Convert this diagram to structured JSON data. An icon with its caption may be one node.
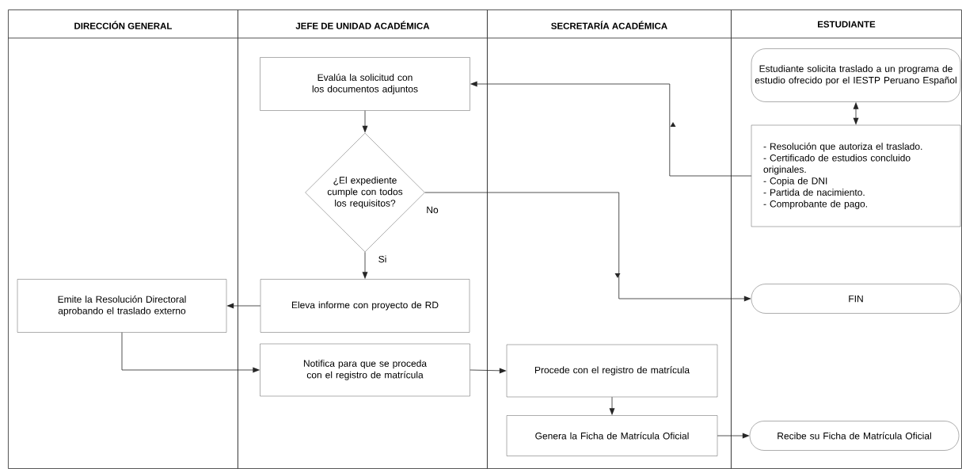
{
  "diagram": {
    "nodes": [
      {
        "text": [
          "DIRECCIÓN GENERAL"
        ]
      },
      {
        "text": [
          "JEFE DE UNIDAD  ACADÉMICA"
        ]
      },
      {
        "text": [
          "SECRETARÍA ACADÉMICA"
        ]
      },
      {
        "text": [
          "ESTUDIANTE"
        ]
      },
      {
        "text": [
          "Evalúa la solicitud con los documentos adjuntos"
        ],
        "in": 1
      },
      {
        "text": [
          "Estudiante solicita traslado a un programa de estudio ofrecido por el IESTP Peruano Español"
        ],
        "in": 3
      },
      {
        "text": [
          "- Resolución que autoriza el traslado.",
          "- Certificado de estudios concluido originales.",
          "- Copia de DNI",
          "- Partida de nacimiento.",
          "- Comprobante de pago."
        ],
        "in": 3
      },
      {
        "text": [
          "¿El expediente cumple con todos los requisitos?"
        ],
        "in": 1
      },
      {
        "text": [
          "Eleva informe con proyecto de RD"
        ],
        "in": 1
      },
      {
        "text": [
          "Emite la Resolución Directoral aprobando el traslado externo"
        ],
        "in": 0
      },
      {
        "text": [
          "FIN"
        ],
        "in": 3
      },
      {
        "text": [
          "Notifica para que se proceda con el registro de matrícula"
        ],
        "in": 1
      },
      {
        "text": [
          "Procede con el registro de matrícula"
        ],
        "in": 2
      },
      {
        "text": [
          "Genera la Ficha de Matrícula Oficial"
        ],
        "in": 2
      },
      {
        "text": [
          "Recibe su Ficha de Matrícula Oficial"
        ],
        "in": 3
      }
    ],
    "edges": [
      {
        "from": 5,
        "to": 6,
        "arrow": "both"
      },
      {
        "from": 6,
        "to": 4,
        "arrow": "to"
      },
      {
        "from": 4,
        "to": 7,
        "arrow": "to"
      },
      {
        "from": 7,
        "to": 10,
        "arrow": "to",
        "label": "No"
      },
      {
        "from": 7,
        "to": 8,
        "arrow": "to",
        "label": "Si"
      },
      {
        "from": 8,
        "to": 9,
        "arrow": "to"
      },
      {
        "from": 9,
        "to": 11,
        "arrow": "to"
      },
      {
        "from": 11,
        "to": 12,
        "arrow": "to"
      },
      {
        "from": 12,
        "to": 13,
        "arrow": "to"
      },
      {
        "from": 13,
        "to": 14,
        "arrow": "to"
      }
    ]
  }
}
